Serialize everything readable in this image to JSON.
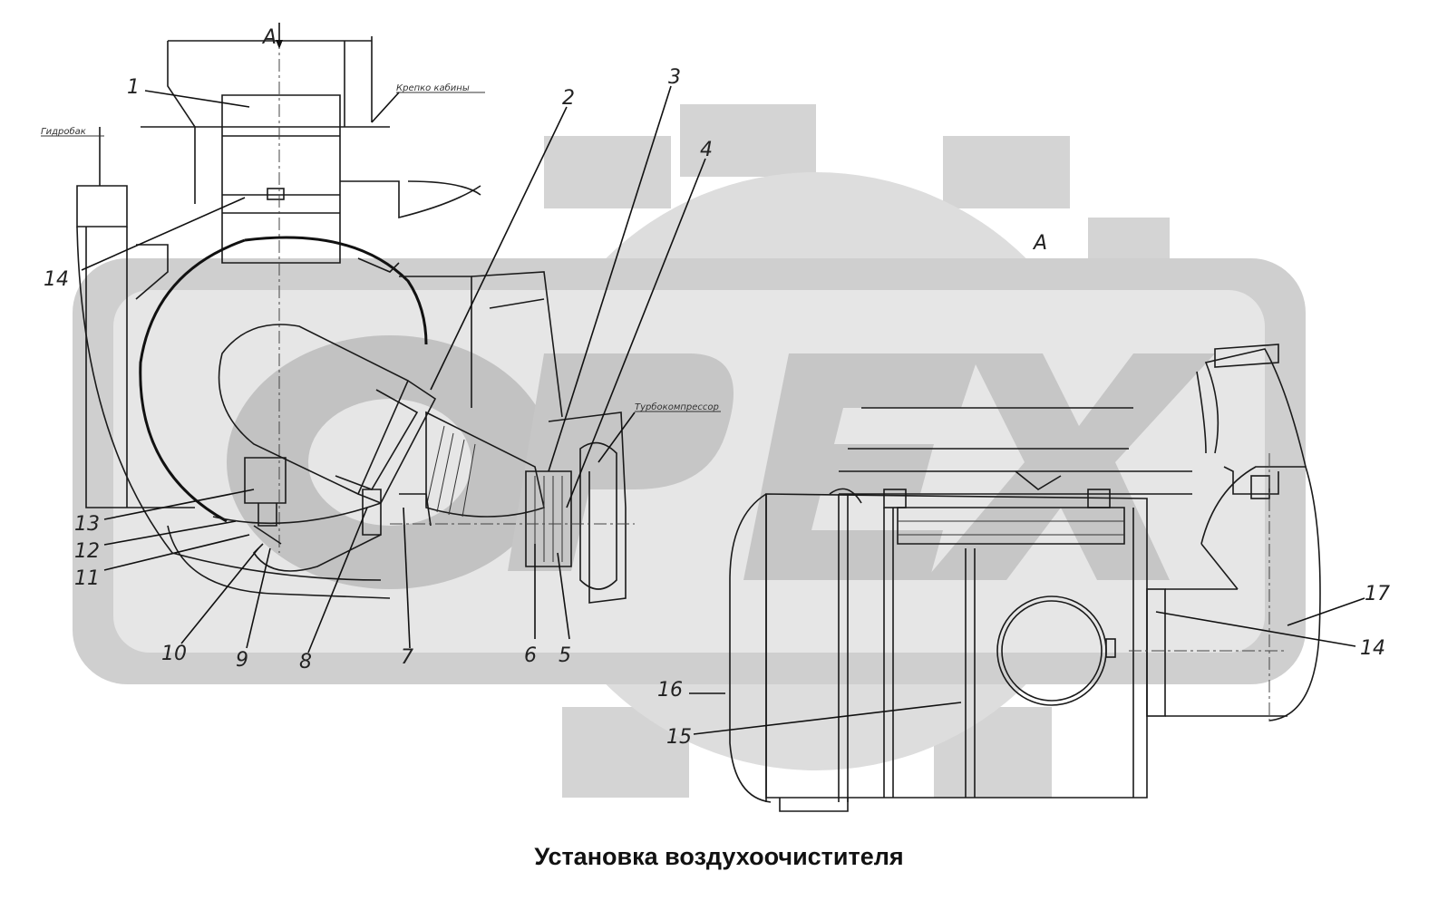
{
  "watermark": {
    "text": "ОРЕХ",
    "color": "#c8c8c8"
  },
  "view_marks": {
    "arrow_label": "А",
    "view_label": "А"
  },
  "notes": {
    "cab_floor": "Крепко кабины",
    "tank": "Гидробак",
    "turbo": "Турбокомпрессор"
  },
  "callouts": {
    "c1": "1",
    "c2": "2",
    "c3": "3",
    "c4": "4",
    "c5": "5",
    "c6": "6",
    "c7": "7",
    "c8": "8",
    "c9": "9",
    "c10": "10",
    "c11": "11",
    "c12": "12",
    "c13": "13",
    "c14a": "14",
    "c14b": "14",
    "c15": "15",
    "c16": "16",
    "c17": "17"
  },
  "caption": "Установка воздухоочистителя"
}
